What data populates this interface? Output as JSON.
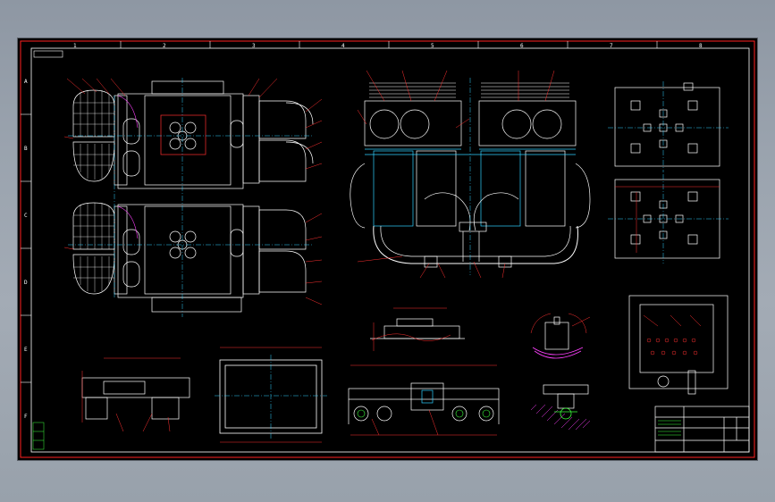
{
  "sheet": {
    "stamp_top_left": "",
    "column_marks": [
      "1",
      "2",
      "3",
      "4",
      "5",
      "6",
      "7",
      "8"
    ],
    "row_marks": [
      "A",
      "B",
      "C",
      "D",
      "E",
      "F"
    ]
  },
  "views": {
    "top_left_title": "",
    "top_mid_title": "",
    "top_right_title": "",
    "section_b": "",
    "section_c": "",
    "detail_e": "",
    "detail_vii": "",
    "detail_x": ""
  },
  "title_block": {
    "drawing_name": "",
    "drawing_no": "",
    "scale": "",
    "sheet": ""
  },
  "colors": {
    "background": "#000000",
    "line": "#ffffff",
    "dimension": "#ff3030",
    "centerline": "#30d0ff",
    "hatch": "#ff40ff",
    "note": "#30ff30",
    "frame": "#ff2020"
  }
}
